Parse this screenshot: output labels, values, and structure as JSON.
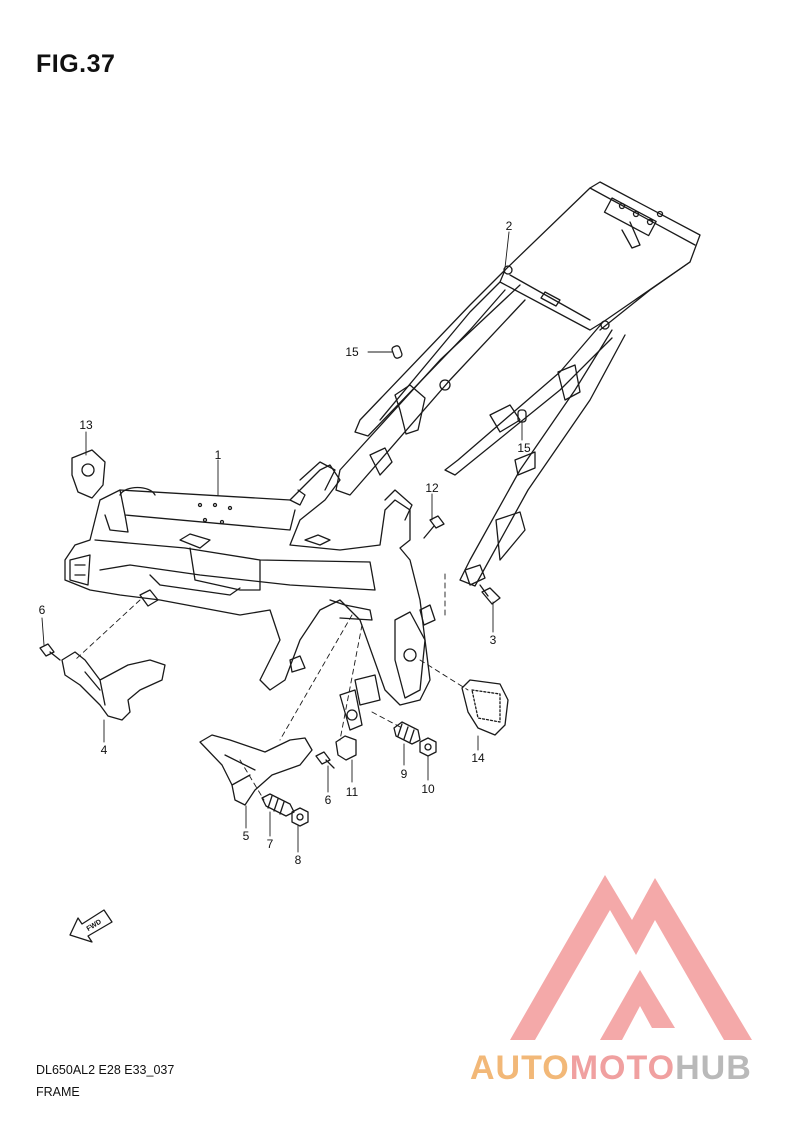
{
  "figure_title": "FIG.37",
  "callouts": [
    "1",
    "2",
    "3",
    "4",
    "5",
    "6",
    "6",
    "7",
    "8",
    "9",
    "10",
    "11",
    "12",
    "13",
    "14",
    "15",
    "15"
  ],
  "fwd_label": "FWD",
  "model_code": "DL650AL2 E28 E33_037",
  "section_name": "FRAME",
  "watermark": {
    "part1": "AUTO",
    "part2": "MOTO",
    "part3": "HUB",
    "colors": {
      "auto": "#f2b878",
      "moto": "#f0a0a0",
      "hub": "#b9b9b9",
      "logo": "#f3a0a0"
    }
  },
  "line_color": "#1a1a1a"
}
